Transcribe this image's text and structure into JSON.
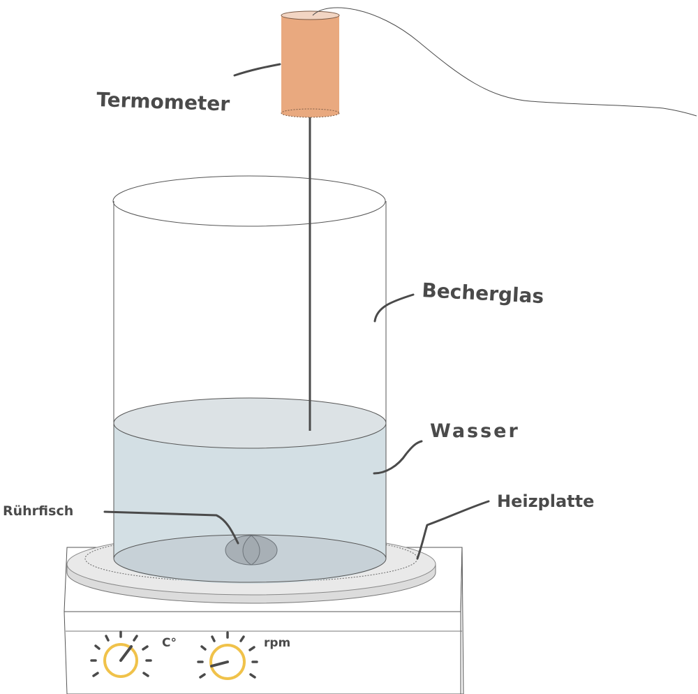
{
  "labels": {
    "thermometer": "Termometer",
    "beaker": "Becherglas",
    "water": "Wasser",
    "hotplate": "Heizplatte",
    "stirrer": "Rührfisch",
    "knob_temp": "C°",
    "knob_speed": "rpm"
  },
  "colors": {
    "thermometer_body": "#e9a97f",
    "water_side": "#d3dfe4",
    "water_top": "#dce2e5",
    "water_bottom": "#c7d1d7",
    "plate": "#e8e8e8",
    "stir_bar": "#a8b0b6",
    "knob": "#f0c24a",
    "ink": "#4a4a4a"
  },
  "icons": {
    "knob_temp": "dial-knob-icon",
    "knob_speed": "dial-knob-icon"
  }
}
